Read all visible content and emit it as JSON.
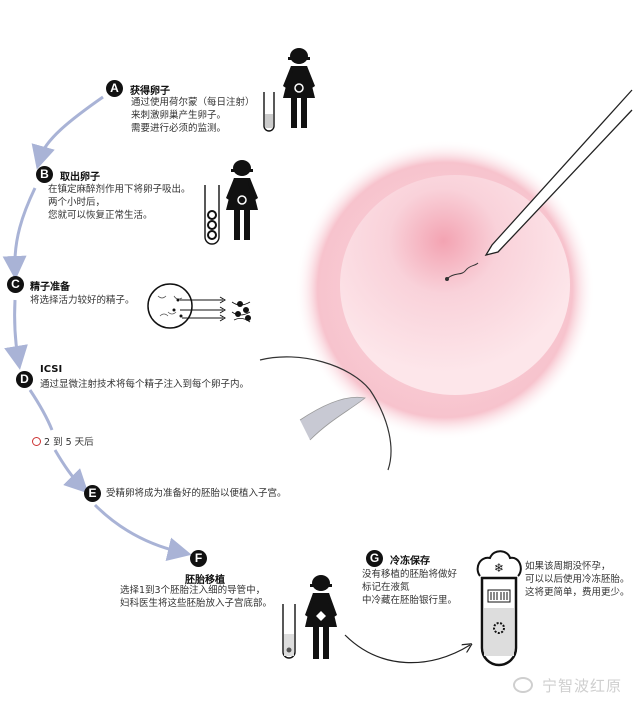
{
  "steps": {
    "a": {
      "badge": "A",
      "title": "获得卵子",
      "lines": [
        "通过使用荷尔蒙（每日注射）",
        "来刺激卵巢产生卵子。",
        "需要进行必须的监测。"
      ]
    },
    "b": {
      "badge": "B",
      "title": "取出卵子",
      "lines": [
        "在镇定麻醉剂作用下将卵子吸出。",
        "两个小时后，",
        "您就可以恢复正常生活。"
      ]
    },
    "c": {
      "badge": "C",
      "title": "精子准备",
      "lines": [
        "将选择活力较好的精子。"
      ]
    },
    "d": {
      "badge": "D",
      "title": "ICSI",
      "lines": [
        "通过显微注射技术将每个精子注入到每个卵子内。"
      ]
    },
    "timing": {
      "icon": "clock-icon",
      "label": "2 到 5 天后"
    },
    "e": {
      "badge": "E",
      "lines": [
        "受精卵将成为准备好的胚胎以便植入子宫。"
      ]
    },
    "f": {
      "badge": "F",
      "title": "胚胎移植",
      "lines": [
        "选择1到3个胚胎注入细的导管中，",
        "妇科医生将这些胚胎放入子宫底部。"
      ]
    },
    "g": {
      "badge": "G",
      "title": "冷冻保存",
      "lines": [
        "没有移植的胚胎将做好",
        "标记在液氮",
        "中冷藏在胚胎银行里。"
      ]
    },
    "frozen_note": {
      "lines": [
        "如果该周期没怀孕，",
        "可以以后使用冷冻胚胎。",
        "这将更简单，费用更少。"
      ]
    }
  },
  "watermark": "宁智波红原",
  "colors": {
    "arrow": "#a9b3d6",
    "egg": "#f7c9d2",
    "egg_center": "#f29aa9",
    "icon": "#111111"
  }
}
